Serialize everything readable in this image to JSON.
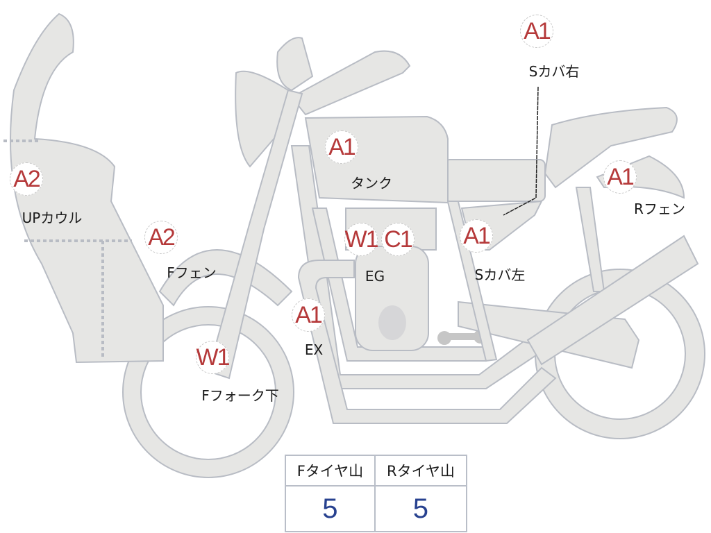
{
  "colors": {
    "part_fill": "#e6e6e4",
    "part_stroke": "#b8bcc4",
    "code": "#b5393a",
    "value": "#27418f"
  },
  "markers": [
    {
      "code": "A1",
      "label": "Sカバ右"
    },
    {
      "code": "A1",
      "label": "タンク"
    },
    {
      "code": "A2",
      "label": "UPカウル"
    },
    {
      "code": "A2",
      "label": "Fフェン"
    },
    {
      "code": "W1",
      "label": "EG"
    },
    {
      "code": "C1",
      "label": ""
    },
    {
      "code": "A1",
      "label": "Sカバ左"
    },
    {
      "code": "A1",
      "label": "EX"
    },
    {
      "code": "W1",
      "label": "Fフォーク下"
    },
    {
      "code": "A1",
      "label": "Rフェン"
    }
  ],
  "tire_table": {
    "headers": [
      "Fタイヤ山",
      "Rタイヤ山"
    ],
    "values": [
      "5",
      "5"
    ]
  }
}
